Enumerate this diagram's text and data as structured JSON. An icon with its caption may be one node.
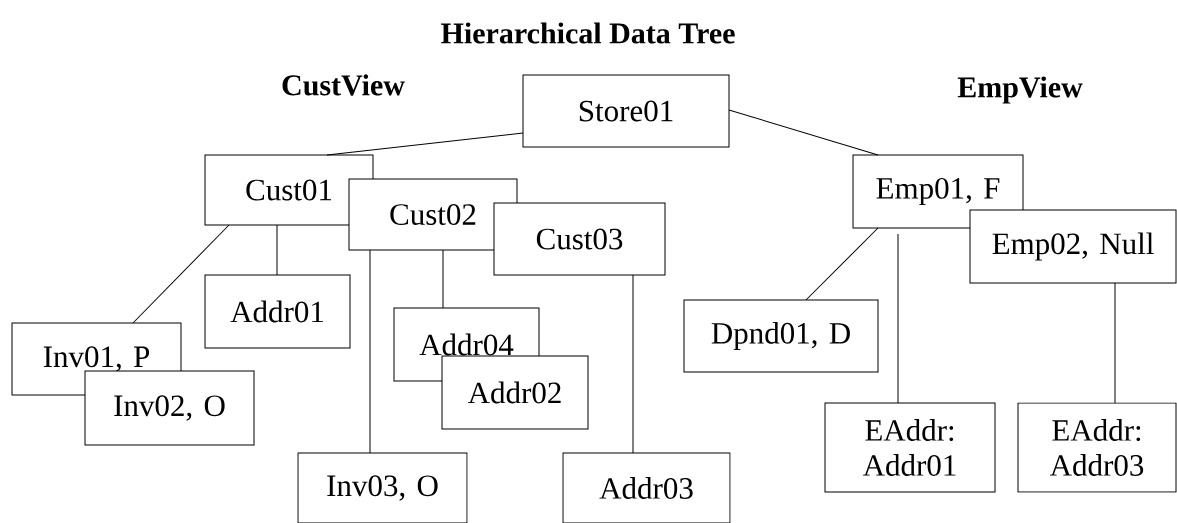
{
  "diagram": {
    "title": "Hierarchical Data Tree",
    "nodes": [
      {
        "text": [
          "Store01"
        ]
      },
      {
        "text": [
          "Cust01"
        ]
      },
      {
        "text": [
          "Cust02"
        ]
      },
      {
        "text": [
          "Cust03"
        ]
      },
      {
        "text": [
          "Addr01"
        ]
      },
      {
        "text": [
          "Inv01, P"
        ]
      },
      {
        "text": [
          "Inv02, O"
        ]
      },
      {
        "text": [
          "Addr04"
        ]
      },
      {
        "text": [
          "Addr02"
        ]
      },
      {
        "text": [
          "Inv03, O"
        ]
      },
      {
        "text": [
          "Addr03"
        ]
      },
      {
        "text": [
          "Emp01, F"
        ]
      },
      {
        "text": [
          "Emp02, Null"
        ]
      },
      {
        "text": [
          "Dpnd01, D"
        ]
      },
      {
        "text": [
          "EAddr: Addr01"
        ]
      },
      {
        "text": [
          "EAddr: Addr03"
        ]
      }
    ],
    "edges": [
      {
        "from": 0,
        "to": 1,
        "arrow": "none"
      },
      {
        "from": 0,
        "to": 11,
        "arrow": "none"
      },
      {
        "from": 1,
        "to": 5,
        "arrow": "none"
      },
      {
        "from": 1,
        "to": 4,
        "arrow": "none"
      },
      {
        "from": 2,
        "to": 9,
        "arrow": "none"
      },
      {
        "from": 2,
        "to": 7,
        "arrow": "none"
      },
      {
        "from": 3,
        "to": 10,
        "arrow": "none"
      },
      {
        "from": 11,
        "to": 13,
        "arrow": "none"
      },
      {
        "from": 11,
        "to": 14,
        "arrow": "none"
      },
      {
        "from": 12,
        "to": 15,
        "arrow": "none"
      }
    ],
    "labels": [
      "CustView",
      "EmpView"
    ]
  }
}
